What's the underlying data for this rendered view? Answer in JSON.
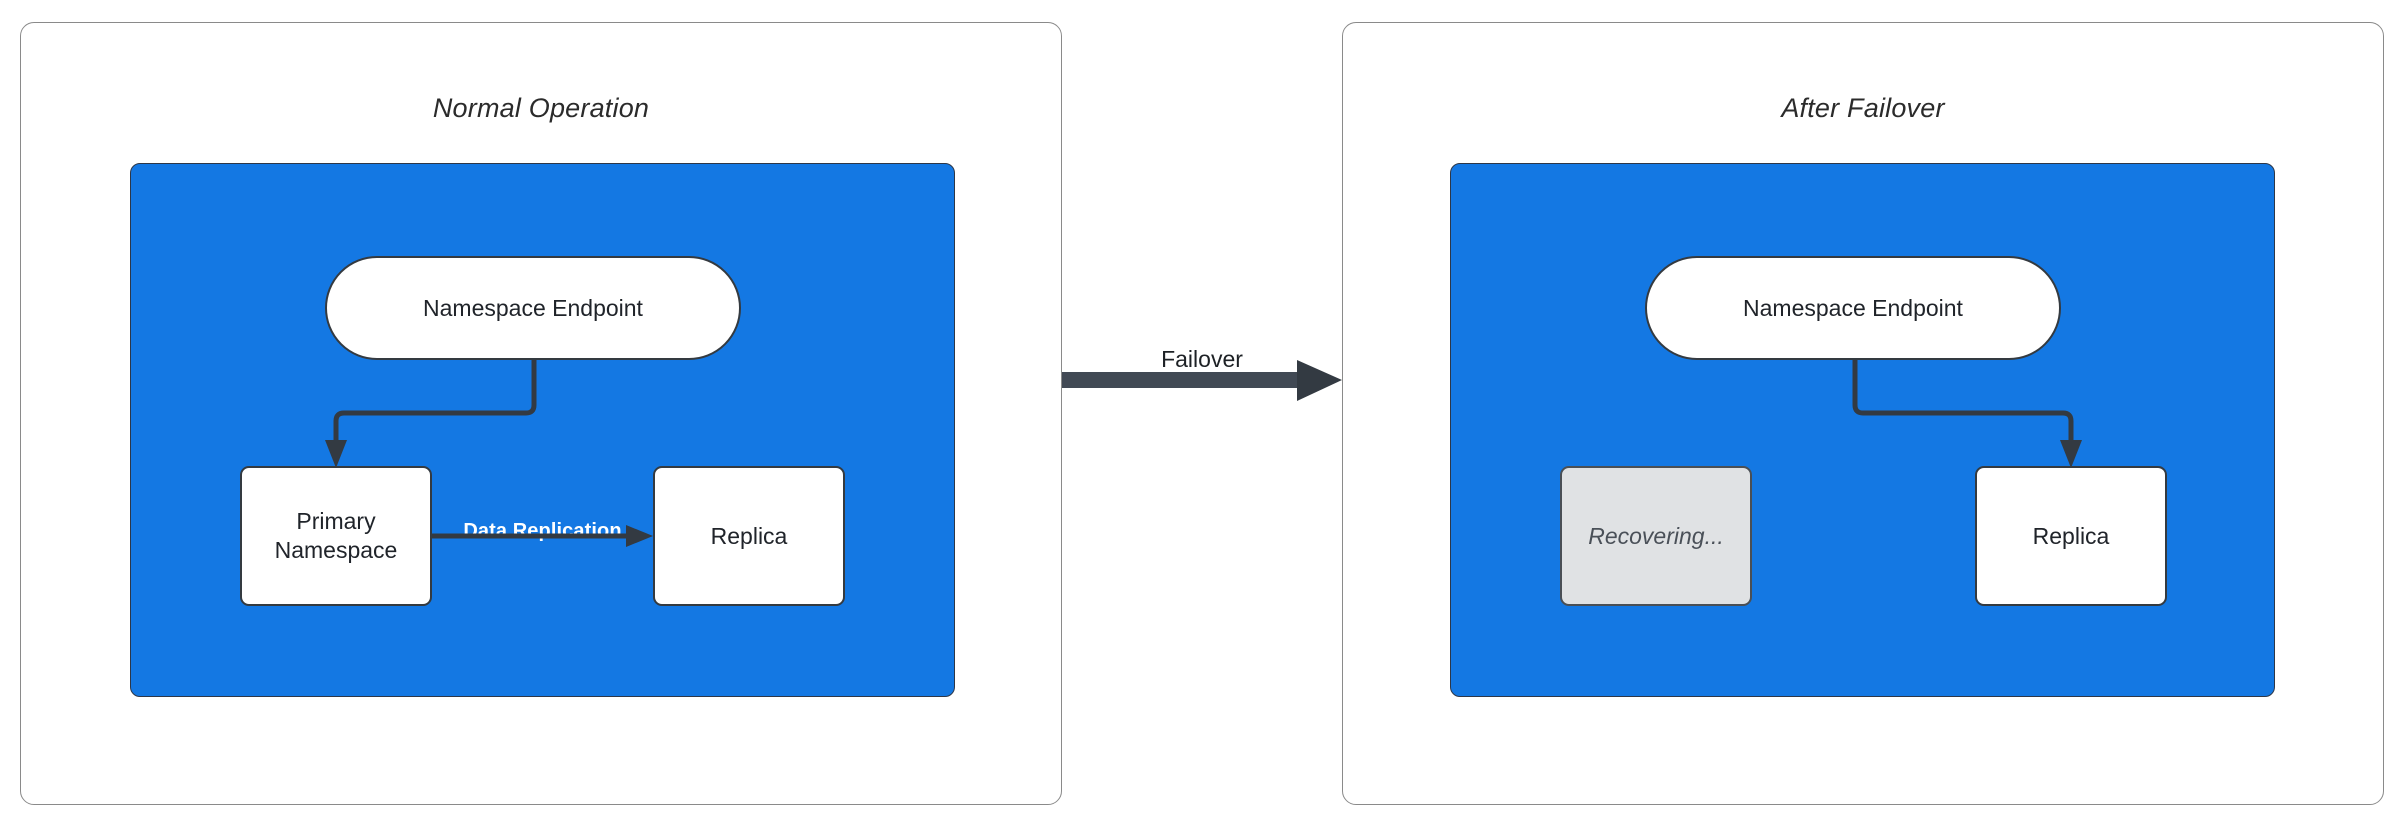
{
  "diagram": {
    "title_hidden": "",
    "colors": {
      "cluster_fill": "#1478E3",
      "node_fill": "#FFFFFF",
      "node_stroke": "#343A40",
      "dim_fill": "#E0E2E4",
      "edge_stroke": "#333A42",
      "panel_stroke": "#8A8A8A",
      "replication_label": "#FFFFFF"
    },
    "panels": [
      {
        "id": "normal-operation",
        "title": "Normal Operation",
        "nodes": [
          {
            "id": "endpoint",
            "label": "Namespace Endpoint",
            "shape": "pill",
            "state": "active"
          },
          {
            "id": "primary",
            "label": "Primary\nNamespace",
            "label_line1": "Primary",
            "label_line2": "Namespace",
            "shape": "box",
            "state": "active"
          },
          {
            "id": "replica",
            "label": "Replica",
            "shape": "box",
            "state": "active"
          }
        ],
        "edges": [
          {
            "from": "endpoint",
            "to": "primary",
            "label": ""
          },
          {
            "from": "primary",
            "to": "replica",
            "label": "Data Replication"
          }
        ]
      },
      {
        "id": "after-failover",
        "title": "After Failover",
        "nodes": [
          {
            "id": "endpoint",
            "label": "Namespace Endpoint",
            "shape": "pill",
            "state": "active"
          },
          {
            "id": "recovering",
            "label": "Recovering...",
            "shape": "box",
            "state": "dimmed"
          },
          {
            "id": "replica",
            "label": "Replica",
            "shape": "box",
            "state": "active"
          }
        ],
        "edges": [
          {
            "from": "endpoint",
            "to": "replica",
            "label": ""
          }
        ]
      }
    ],
    "transition": {
      "label": "Failover",
      "from_panel": "normal-operation",
      "to_panel": "after-failover"
    }
  }
}
